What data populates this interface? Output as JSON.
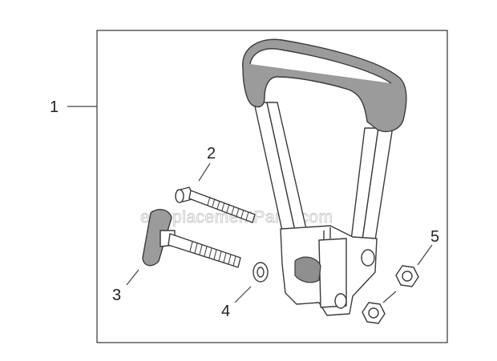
{
  "diagram": {
    "watermark": "eReplacementParts.com",
    "callouts": [
      {
        "id": "1",
        "label": "1"
      },
      {
        "id": "2",
        "label": "2"
      },
      {
        "id": "3",
        "label": "3"
      },
      {
        "id": "4",
        "label": "4"
      },
      {
        "id": "5",
        "label": "5"
      }
    ]
  },
  "colors": {
    "line": "#3a3a3a",
    "grip_fill": "#9b9b9b",
    "watermark": "#c9c9c9",
    "background": "#ffffff"
  }
}
